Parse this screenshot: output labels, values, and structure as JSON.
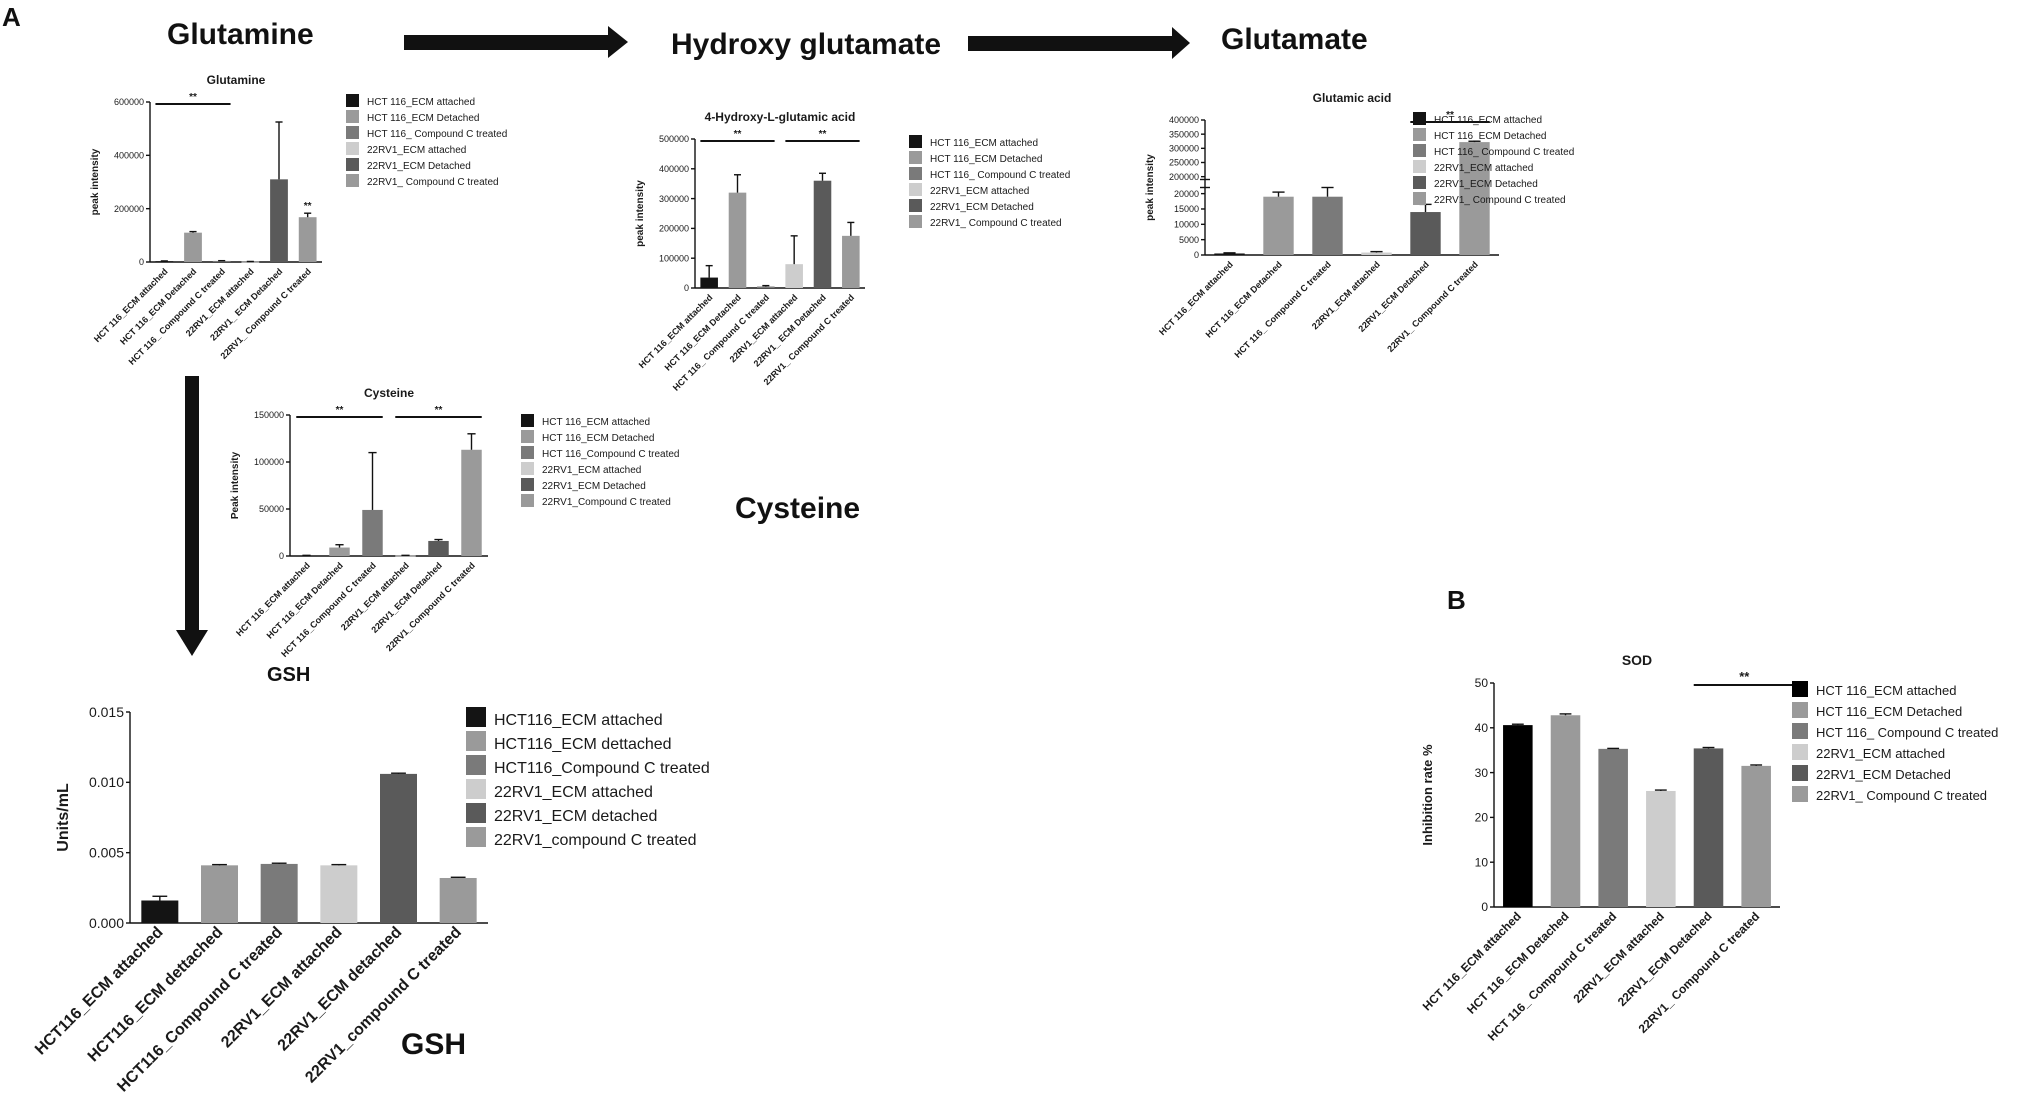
{
  "panel_labels": {
    "a": "A",
    "b": "B"
  },
  "pathway_labels": {
    "glutamine": "Glutamine",
    "hydroxy_glutamate": "Hydroxy glutamate",
    "glutamate": "Glutamate",
    "cysteine": "Cysteine",
    "gsh_small": "GSH",
    "gsh_big": "GSH"
  },
  "colors": {
    "black": "#141414",
    "gray_mid": "#9a9a9a",
    "gray_dark": "#7a7a7a",
    "gray_light": "#cdcdcd",
    "gray_darker": "#5a5a5a"
  },
  "chart_data": [
    {
      "id": "glutamine",
      "type": "bar",
      "title": "Glutamine",
      "ylabel": "peak intensity",
      "xlabel": "",
      "ylim": [
        0,
        600000
      ],
      "yticks": [
        "0",
        "200000",
        "400000",
        "600000"
      ],
      "ytick_values": [
        0,
        200000,
        400000,
        600000
      ],
      "categories": [
        "HCT 116_ECM attached",
        "HCT 116_ECM Detached",
        "HCT 116_ Compound C treated",
        "22RV1_ECM attached",
        "22RV1_ ECM Detached",
        "22RV1_ Compound C treated"
      ],
      "values": [
        3000,
        110000,
        4000,
        1500,
        310000,
        168000
      ],
      "errors": [
        1000,
        4000,
        1000,
        500,
        215000,
        15000
      ],
      "bar_colors": [
        "#141414",
        "#9a9a9a",
        "#7a7a7a",
        "#cdcdcd",
        "#5a5a5a",
        "#9a9a9a"
      ],
      "legend": [
        "HCT 116_ECM attached",
        "HCT 116_ECM Detached",
        "HCT 116_ Compound C treated",
        "22RV1_ECM attached",
        "22RV1_ECM Detached",
        "22RV1_ Compound C treated"
      ],
      "legend_colors": [
        "#141414",
        "#9a9a9a",
        "#7a7a7a",
        "#cdcdcd",
        "#5a5a5a",
        "#9a9a9a"
      ],
      "sig_lines": [
        {
          "from": 0,
          "to": 2,
          "label": "**"
        }
      ],
      "sig_marks": [
        {
          "bar": 5,
          "label": "**"
        }
      ]
    },
    {
      "id": "hydroxy",
      "type": "bar",
      "title": "4-Hydroxy-L-glutamic acid",
      "ylabel": "peak intensity",
      "xlabel": "",
      "ylim": [
        0,
        500000
      ],
      "yticks": [
        "0",
        "100000",
        "200000",
        "300000",
        "400000",
        "500000"
      ],
      "ytick_values": [
        0,
        100000,
        200000,
        300000,
        400000,
        500000
      ],
      "categories": [
        "HCT 116_ECM attached",
        "HCT 116_ECM Detached",
        "HCT 116_ Compound C treated",
        "22RV1_ECM attached",
        "22RV1_ ECM Detached",
        "22RV1_ Compound C treated"
      ],
      "values": [
        35000,
        320000,
        5000,
        80000,
        360000,
        175000
      ],
      "errors": [
        40000,
        60000,
        3000,
        95000,
        25000,
        45000
      ],
      "bar_colors": [
        "#141414",
        "#9a9a9a",
        "#7a7a7a",
        "#cdcdcd",
        "#5a5a5a",
        "#9a9a9a"
      ],
      "legend": [
        "HCT 116_ECM attached",
        "HCT 116_ECM Detached",
        "HCT 116_ Compound C treated",
        "22RV1_ECM attached",
        "22RV1_ECM Detached",
        "22RV1_ Compound C treated"
      ],
      "legend_colors": [
        "#141414",
        "#9a9a9a",
        "#7a7a7a",
        "#cdcdcd",
        "#5a5a5a",
        "#9a9a9a"
      ],
      "sig_lines": [
        {
          "from": 0,
          "to": 2,
          "label": "**"
        },
        {
          "from": 3,
          "to": 5,
          "label": "**"
        }
      ],
      "sig_marks": []
    },
    {
      "id": "glutamic",
      "type": "bar",
      "title": "Glutamic acid",
      "ylabel": "peak intensity",
      "xlabel": "",
      "ylim": [
        0,
        400000
      ],
      "axis_break": true,
      "yticks": [
        "0",
        "5000",
        "10000",
        "15000",
        "20000",
        "200000",
        "250000",
        "300000",
        "350000",
        "400000"
      ],
      "ytick_values": [
        0,
        5000,
        10000,
        15000,
        20000,
        200000,
        250000,
        300000,
        350000,
        400000
      ],
      "categories": [
        "HCT 116_ECM attached",
        "HCT 116_ECM Detached",
        "HCT 116_ Compound C treated",
        "22RV1_ECM attached",
        "22RV1_ECM Detached",
        "22RV1_ Compound C treated"
      ],
      "values": [
        500,
        19000,
        19000,
        800,
        14000,
        322000
      ],
      "errors": [
        200,
        1500,
        3000,
        300,
        2500,
        3000
      ],
      "bar_colors": [
        "#141414",
        "#9a9a9a",
        "#7a7a7a",
        "#cdcdcd",
        "#5a5a5a",
        "#9a9a9a"
      ],
      "legend": [
        "HCT 116_ECM attached",
        "HCT 116_ECM Detached",
        "HCT 116_ Compound C treated",
        "22RV1_ECM attached",
        "22RV1_ECM Detached",
        "22RV1_ Compound C treated"
      ],
      "legend_colors": [
        "#141414",
        "#9a9a9a",
        "#7a7a7a",
        "#cdcdcd",
        "#5a5a5a",
        "#9a9a9a"
      ],
      "sig_lines": [
        {
          "from": 4,
          "to": 5,
          "label": "**"
        }
      ],
      "sig_marks": []
    },
    {
      "id": "cysteine",
      "type": "bar",
      "title": "Cysteine",
      "ylabel": "Peak intensity",
      "xlabel": "",
      "ylim": [
        0,
        150000
      ],
      "yticks": [
        "0",
        "50000",
        "100000",
        "150000"
      ],
      "ytick_values": [
        0,
        50000,
        100000,
        150000
      ],
      "categories": [
        "HCT 116_ECM attached",
        "HCT 116_ECM Detached",
        "HCT 116_Compound C treated",
        "22RV1_ECM attached",
        "22RV1_ECM Detached",
        "22RV1_Compound C treated"
      ],
      "values": [
        500,
        9000,
        49000,
        500,
        16000,
        113000
      ],
      "errors": [
        200,
        3000,
        61000,
        200,
        1500,
        17000
      ],
      "bar_colors": [
        "#141414",
        "#9a9a9a",
        "#7a7a7a",
        "#cdcdcd",
        "#5a5a5a",
        "#9a9a9a"
      ],
      "legend": [
        "HCT 116_ECM attached",
        "HCT 116_ECM Detached",
        "HCT 116_Compound C treated",
        "22RV1_ECM attached",
        "22RV1_ECM Detached",
        "22RV1_Compound C treated"
      ],
      "legend_colors": [
        "#141414",
        "#9a9a9a",
        "#7a7a7a",
        "#cdcdcd",
        "#5a5a5a",
        "#9a9a9a"
      ],
      "sig_lines": [
        {
          "from": 0,
          "to": 2,
          "label": "**"
        },
        {
          "from": 3,
          "to": 5,
          "label": "**"
        }
      ],
      "sig_marks": []
    },
    {
      "id": "gsh",
      "type": "bar",
      "title": "",
      "ylabel": "Units/mL",
      "xlabel": "",
      "ylim": [
        0,
        0.015
      ],
      "yticks": [
        "0.000",
        "0.005",
        "0.010",
        "0.015"
      ],
      "ytick_values": [
        0,
        0.005,
        0.01,
        0.015
      ],
      "categories": [
        "HCT116_ECM attached",
        "HCT116_ECM dettached",
        "HCT116_Compound C treated",
        "22RV1_ECM attached",
        "22RV1_ECM detached",
        "22RV1_compound C treated"
      ],
      "values": [
        0.0016,
        0.0041,
        0.0042,
        0.0041,
        0.0106,
        0.0032
      ],
      "errors": [
        0.0003,
        5e-05,
        5e-05,
        5e-05,
        5e-05,
        5e-05
      ],
      "bar_colors": [
        "#141414",
        "#9a9a9a",
        "#7a7a7a",
        "#cdcdcd",
        "#5a5a5a",
        "#9a9a9a"
      ],
      "legend": [
        "HCT116_ECM attached",
        "HCT116_ECM dettached",
        "HCT116_Compound C treated",
        "22RV1_ECM attached",
        "22RV1_ECM detached",
        "22RV1_compound C treated"
      ],
      "legend_colors": [
        "#141414",
        "#9a9a9a",
        "#7a7a7a",
        "#cdcdcd",
        "#5a5a5a",
        "#9a9a9a"
      ],
      "sig_lines": [],
      "sig_marks": []
    },
    {
      "id": "sod",
      "type": "bar",
      "title": "SOD",
      "ylabel": "Inhibition rate %",
      "xlabel": "",
      "ylim": [
        0,
        50
      ],
      "yticks": [
        "0",
        "10",
        "20",
        "30",
        "40",
        "50"
      ],
      "ytick_values": [
        0,
        10,
        20,
        30,
        40,
        50
      ],
      "categories": [
        "HCT 116_ECM attached",
        "HCT 116_ECM Detached",
        "HCT 116_ Compound C treated",
        "22RV1_ECM attached",
        "22RV1_ECM Detached",
        "22RV1_ Compound C treated"
      ],
      "values": [
        40.6,
        42.8,
        35.3,
        25.9,
        35.4,
        31.5
      ],
      "errors": [
        0.2,
        0.3,
        0.1,
        0.2,
        0.2,
        0.2
      ],
      "bar_colors": [
        "#000000",
        "#9a9a9a",
        "#7a7a7a",
        "#cdcdcd",
        "#5a5a5a",
        "#9a9a9a"
      ],
      "legend": [
        "HCT 116_ECM attached",
        "HCT 116_ECM Detached",
        "HCT 116_ Compound C treated",
        "22RV1_ECM attached",
        "22RV1_ECM Detached",
        "22RV1_ Compound C treated"
      ],
      "legend_colors": [
        "#000000",
        "#9a9a9a",
        "#7a7a7a",
        "#cdcdcd",
        "#5a5a5a",
        "#9a9a9a"
      ],
      "sig_lines": [
        {
          "from": 4,
          "to": 6,
          "label": "**"
        }
      ],
      "sig_marks": []
    }
  ]
}
